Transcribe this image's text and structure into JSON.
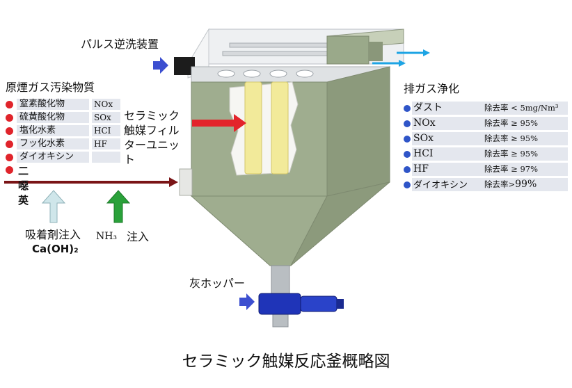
{
  "labels": {
    "pulse_cleaning": "パルス逆洗装置",
    "raw_smoke": "原煙ガス汚染物質",
    "ceramic_filter_line1": "セラミック",
    "ceramic_filter_line2": "触媒フィル",
    "ceramic_filter_line3": "ターユニッ",
    "ceramic_filter_line4": "ト",
    "exhaust_purification": "排ガス浄化",
    "adsorbent_injection": "吸着剤注入",
    "adsorbent_formula": "Ca(OH)₂",
    "nh3": "NH₃",
    "nh3_injection": "注入",
    "ash_hopper": "灰ホッパー",
    "caption": "セラミック触媒反応釜概略図"
  },
  "pollutants": [
    {
      "name": "窒素酸化物",
      "formula": "NOx"
    },
    {
      "name": "硫黄酸化物",
      "formula": "SOx"
    },
    {
      "name": "塩化水素",
      "formula": "HCI"
    },
    {
      "name": "フッ化水素",
      "formula": "HF"
    },
    {
      "name": "ダイオキシン",
      "formula": ""
    },
    {
      "name": "二噁英",
      "formula": ""
    }
  ],
  "removal": [
    {
      "name": "ダスト",
      "rate": "除去率 < 5mg/Nm³"
    },
    {
      "name": "NOx",
      "rate": "除去率 ≥ 95%"
    },
    {
      "name": "SOx",
      "rate": "除去率 ≥ 95%"
    },
    {
      "name": "HCI",
      "rate": "除去率 ≥ 95%"
    },
    {
      "name": "HF",
      "rate": "除去率 ≥ 97%"
    },
    {
      "name": "ダイオキシン",
      "rate_prefix": "除去率>",
      "rate_value": "99%"
    }
  ],
  "colors": {
    "inlet_line": "#7a1416",
    "adsorbent_arrow": "#cfe6ea",
    "nh3_arrow": "#2aa13a",
    "flow_arrow": "#e3242b",
    "small_arrow": "#3c4fd0",
    "exhaust_arrow": "#1da4e4",
    "vessel": "#9aa98a",
    "filter": "#f2ea9a"
  }
}
